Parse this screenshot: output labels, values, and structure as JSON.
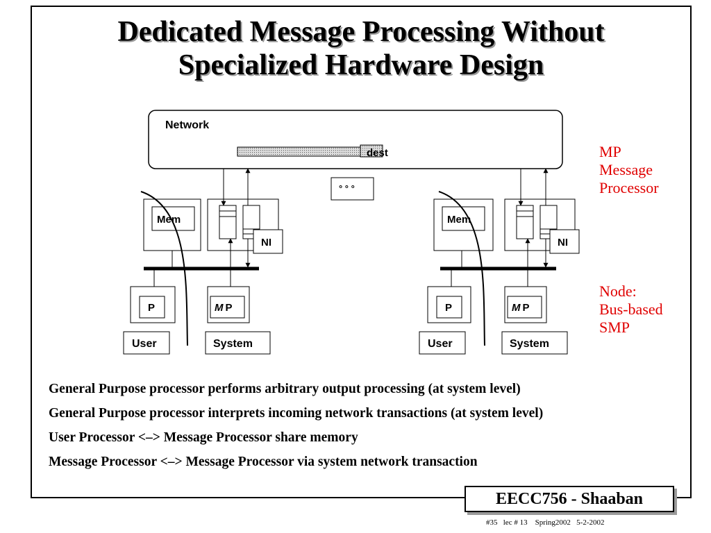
{
  "slide": {
    "title_line1": "Dedicated Message Processing Without",
    "title_line2": "Specialized Hardware Design",
    "network_label": "Network",
    "dest_label": "dest",
    "ellipsis": "° ° °",
    "mem_label": "Mem",
    "ni_label": "NI",
    "p_label": "P",
    "mp_label_italic": "M",
    "mp_label_rest": "P",
    "user_label": "User",
    "system_label": "System",
    "mp_legend": [
      "MP",
      "Message",
      "Processor"
    ],
    "node_legend": [
      "Node:",
      "Bus-based",
      "SMP"
    ],
    "bullets": [
      "General Purpose processor performs arbitrary output processing (at system level)",
      "General Purpose processor interprets incoming network transactions (at system level)",
      "User Processor <–> Message Processor share memory",
      "Message Processor <–> Message Processor via system network transaction"
    ],
    "badge": "EECC756 - Shaaban",
    "footer": "#35   lec # 13    Spring2002   5-2-2002",
    "accent_red": "#e00000"
  }
}
